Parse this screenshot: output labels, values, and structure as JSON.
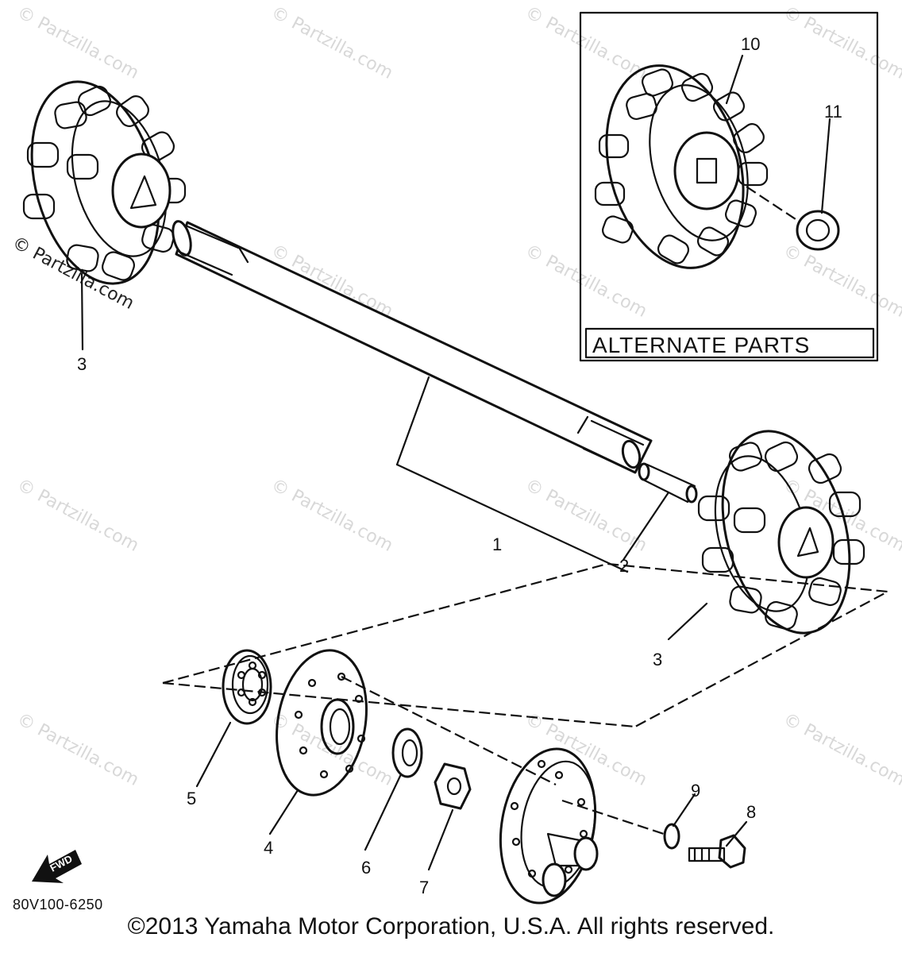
{
  "watermark": "© Partzilla.com",
  "diagram_code": "80V100-6250",
  "alternate_parts_label": "ALTERNATE PARTS",
  "fwd_label": "FWD",
  "callouts": {
    "c1": "1",
    "c2": "2",
    "c3a": "3",
    "c3b": "3",
    "c4": "4",
    "c5": "5",
    "c6": "6",
    "c7": "7",
    "c8": "8",
    "c9": "9",
    "c10": "10",
    "c11": "11"
  },
  "copyright": "©2013 Yamaha Motor Corporation, U.S.A. All rights reserved."
}
